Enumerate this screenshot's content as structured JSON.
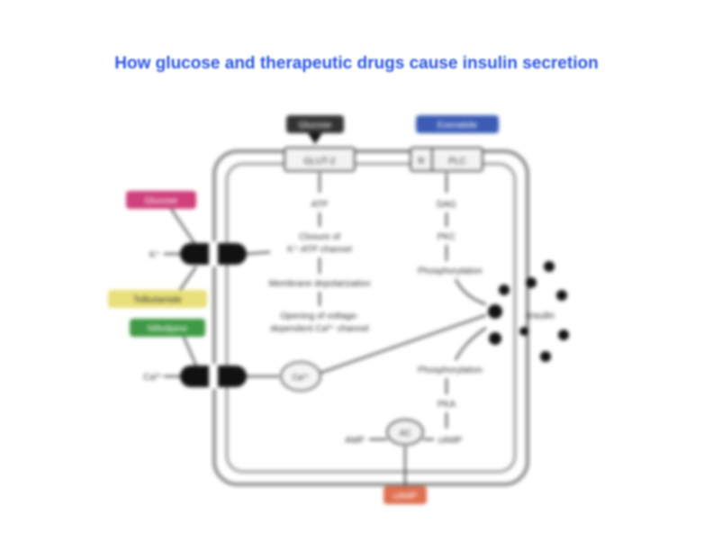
{
  "title": "How glucose and therapeutic drugs cause insulin secretion",
  "diagram": {
    "top_labels": {
      "glucose": "Glucose",
      "exenatide": "Exenatide"
    },
    "side_labels": {
      "glucose_binder": "Glucose",
      "tolbutamide": "Tolbutamide",
      "nifedipine": "Nifedipine"
    },
    "bottom_label": "cAMP",
    "transporter_label": "GLUT-2",
    "receptor_labels": {
      "left": "R",
      "right": "PLC"
    },
    "k_ion": "K⁺",
    "ca_ion": "Ca²⁺",
    "ca_vesicle": "Ca²⁺",
    "atp": "ATP",
    "closure": [
      "Closure of",
      "K⁺-ATP channel"
    ],
    "depolarization": "Membrane depolarization",
    "opening": [
      "Opening of voltage-",
      "dependent Ca²⁺ channel"
    ],
    "dag": "DAG",
    "pkc": "PKC",
    "phospho_top": "Phosphorylation",
    "phospho_bottom": "Phosphorylation",
    "pka": "PKA",
    "amp": "AMP",
    "camp": "cAMP",
    "ac": "AC",
    "insulin": "Insulin"
  },
  "colors": {
    "title": "#2a55e6",
    "glucose_box": "#333333",
    "exenatide_box": "#3b5bb5",
    "glucose_binder_box": "#d0407c",
    "tolbutamide_box": "#e8e07a",
    "nifedipine_box": "#3f9a45",
    "bottom_box": "#e07050",
    "cell_stroke": "#8a8a8a"
  }
}
